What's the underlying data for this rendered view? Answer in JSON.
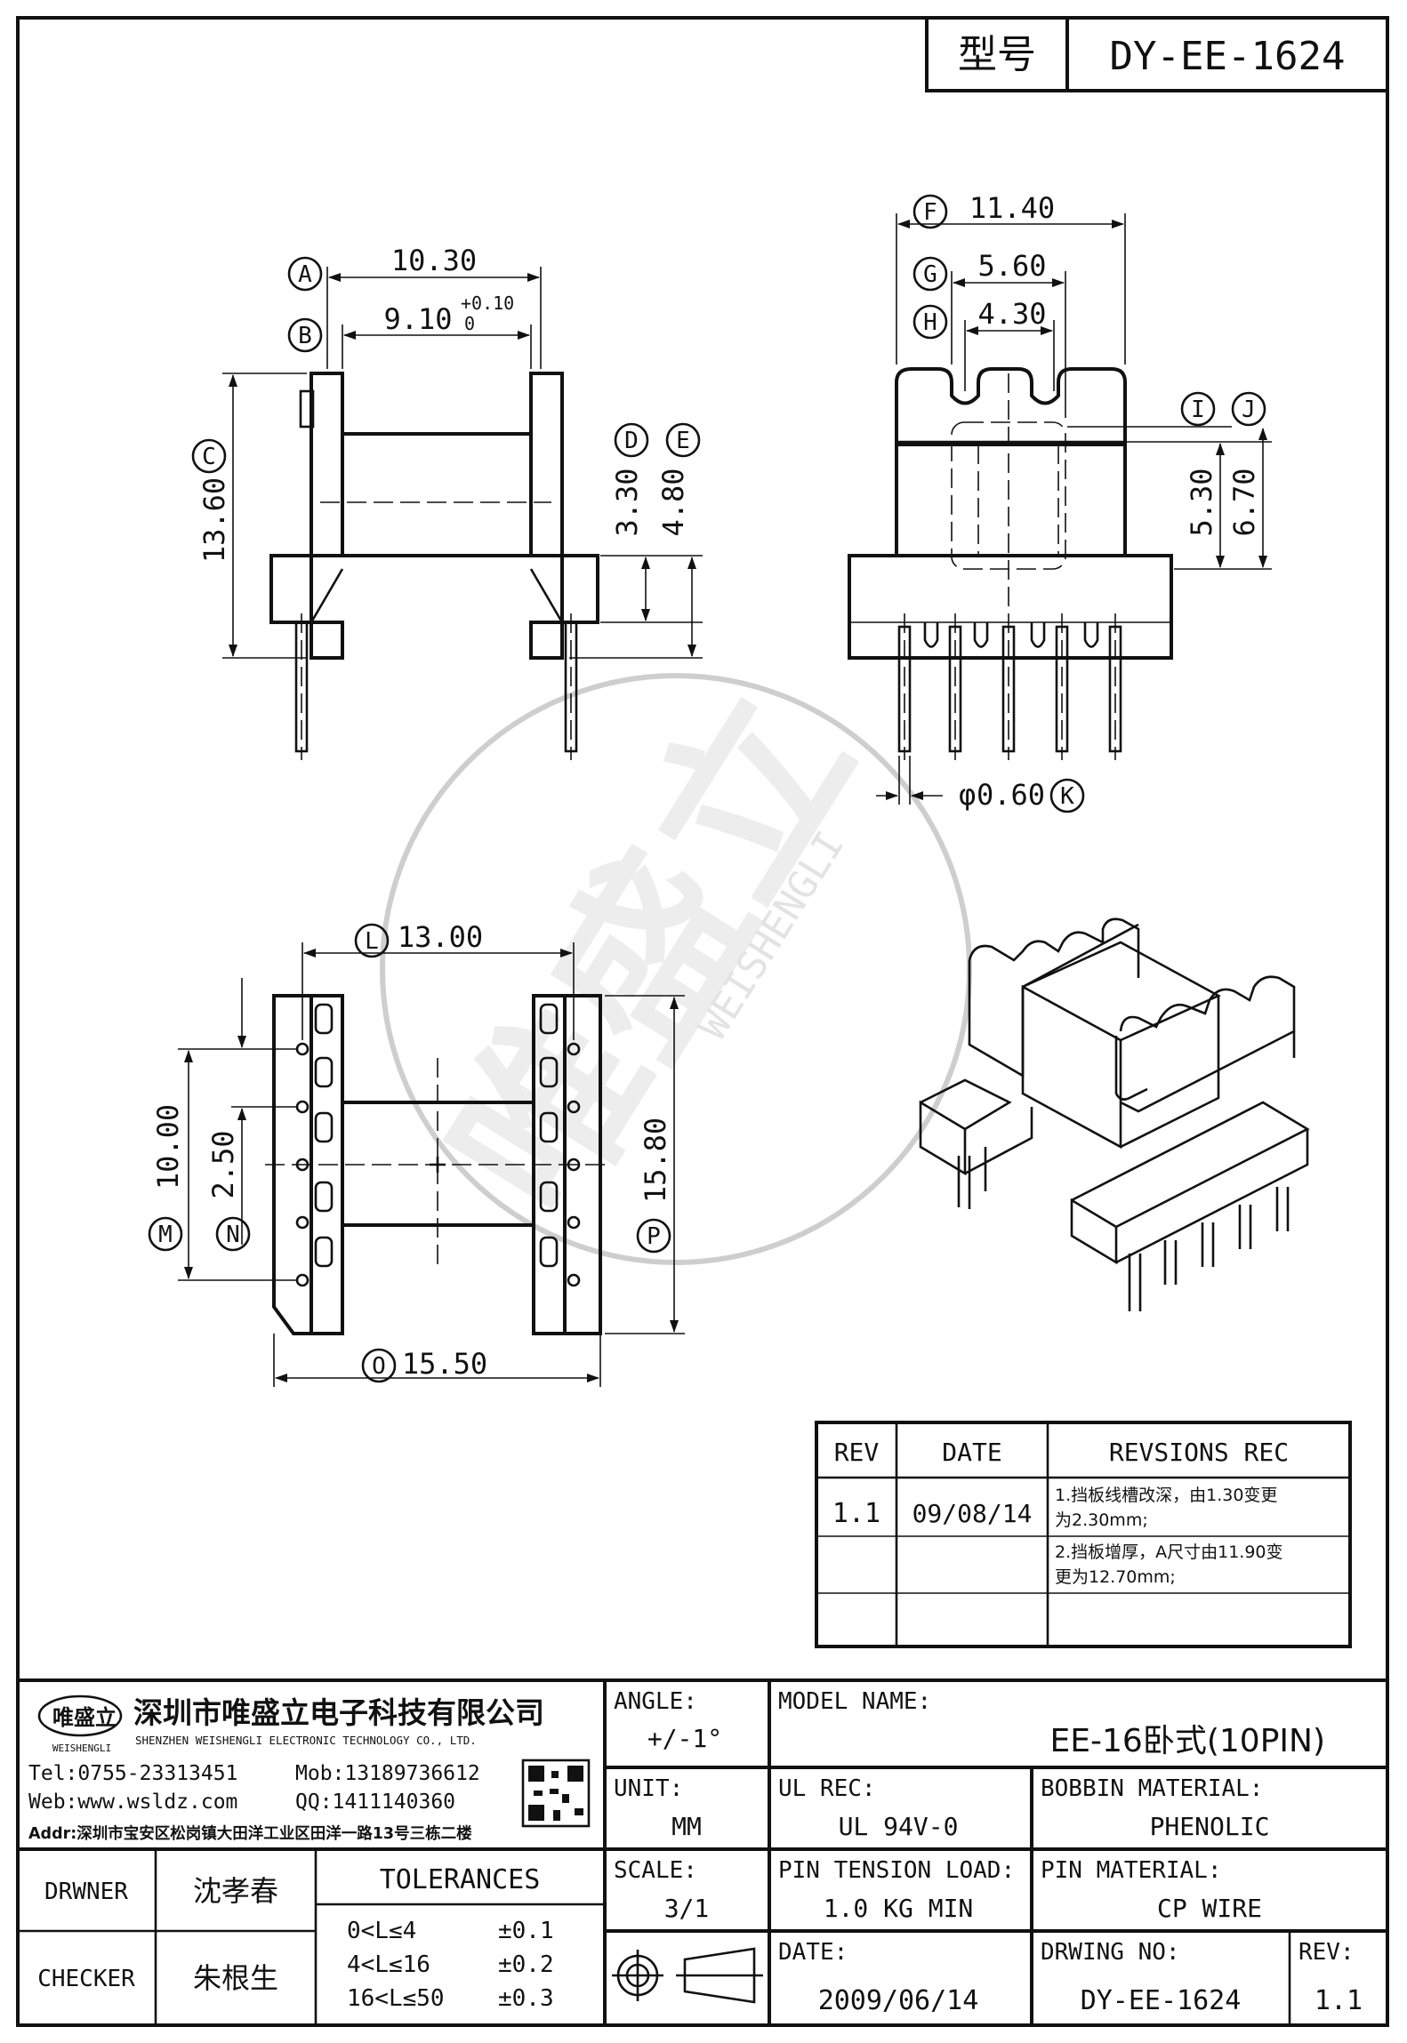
{
  "title_block_top": {
    "label": "型号",
    "model": "DY-EE-1624"
  },
  "dimensions": {
    "A": {
      "letter": "A",
      "value": "10.30"
    },
    "B": {
      "letter": "B",
      "value": "9.10",
      "tol_upper": "+0.10",
      "tol_lower": "0"
    },
    "C": {
      "letter": "C",
      "value": "13.60"
    },
    "D": {
      "letter": "D",
      "value": "3.30"
    },
    "E": {
      "letter": "E",
      "value": "4.80"
    },
    "F": {
      "letter": "F",
      "value": "11.40"
    },
    "G": {
      "letter": "G",
      "value": "5.60"
    },
    "H": {
      "letter": "H",
      "value": "4.30"
    },
    "I": {
      "letter": "I",
      "value": "5.30"
    },
    "J": {
      "letter": "J",
      "value": "6.70"
    },
    "K": {
      "letter": "K",
      "value": "0.60",
      "prefix": "φ"
    },
    "L": {
      "letter": "L",
      "value": "13.00"
    },
    "M": {
      "letter": "M",
      "value": "10.00"
    },
    "N": {
      "letter": "N",
      "value": "2.50"
    },
    "O": {
      "letter": "O",
      "value": "15.50"
    },
    "P": {
      "letter": "P",
      "value": "15.80"
    }
  },
  "watermark": {
    "brand": "唯盛立",
    "latin": "WEISHENGLI"
  },
  "revisions": {
    "headers": [
      "REV",
      "DATE",
      "REVSIONS REC"
    ],
    "rows": [
      {
        "rev": "1.1",
        "date": "09/08/14",
        "lines": [
          "1.挡板线槽改深，由1.30变更",
          "为2.30mm;",
          "2.挡板增厚，A尺寸由11.90变",
          "更为12.70mm;"
        ]
      }
    ]
  },
  "company": {
    "logo_text": "唯盛立",
    "logo_sub": "WEISHENGLI",
    "name_cn": "深圳市唯盛立电子科技有限公司",
    "name_en": "SHENZHEN WEISHENGLI ELECTRONIC TECHNOLOGY CO., LTD.",
    "tel": "Tel:0755-23313451",
    "mob": "Mob:13189736612",
    "web": "Web:www.wsldz.com",
    "qq": "QQ:1411140360",
    "addr": "Addr:深圳市宝安区松岗镇大田洋工业区田洋一路13号三栋二楼"
  },
  "title_block": {
    "angle_label": "ANGLE:",
    "angle_value": "+/-1°",
    "model_label": "MODEL NAME:",
    "model_value": "EE-16卧式(10PIN)",
    "unit_label": "UNIT:",
    "unit_value": "MM",
    "ul_label": "UL REC:",
    "ul_value": "UL 94V-0",
    "bobbin_label": "BOBBIN MATERIAL:",
    "bobbin_value": "PHENOLIC",
    "drawer_label": "DRWNER",
    "drawer_value": "沈孝春",
    "tolerances_label": "TOLERANCES",
    "scale_label": "SCALE:",
    "scale_value": "3/1",
    "pin_tension_label": "PIN TENSION LOAD:",
    "pin_tension_value": "1.0 KG MIN",
    "pin_material_label": "PIN MATERIAL:",
    "pin_material_value": "CP WIRE",
    "checker_label": "CHECKER",
    "checker_value": "朱根生",
    "tolerance_rows": [
      {
        "range": "0<L≤4",
        "tol": "±0.1"
      },
      {
        "range": "4<L≤16",
        "tol": "±0.2"
      },
      {
        "range": "16<L≤50",
        "tol": "±0.3"
      }
    ],
    "date_label": "DATE:",
    "date_value": "2009/06/14",
    "drawing_no_label": "DRWING NO:",
    "drawing_no_value": "DY-EE-1624",
    "rev_label": "REV:",
    "rev_value": "1.1"
  }
}
